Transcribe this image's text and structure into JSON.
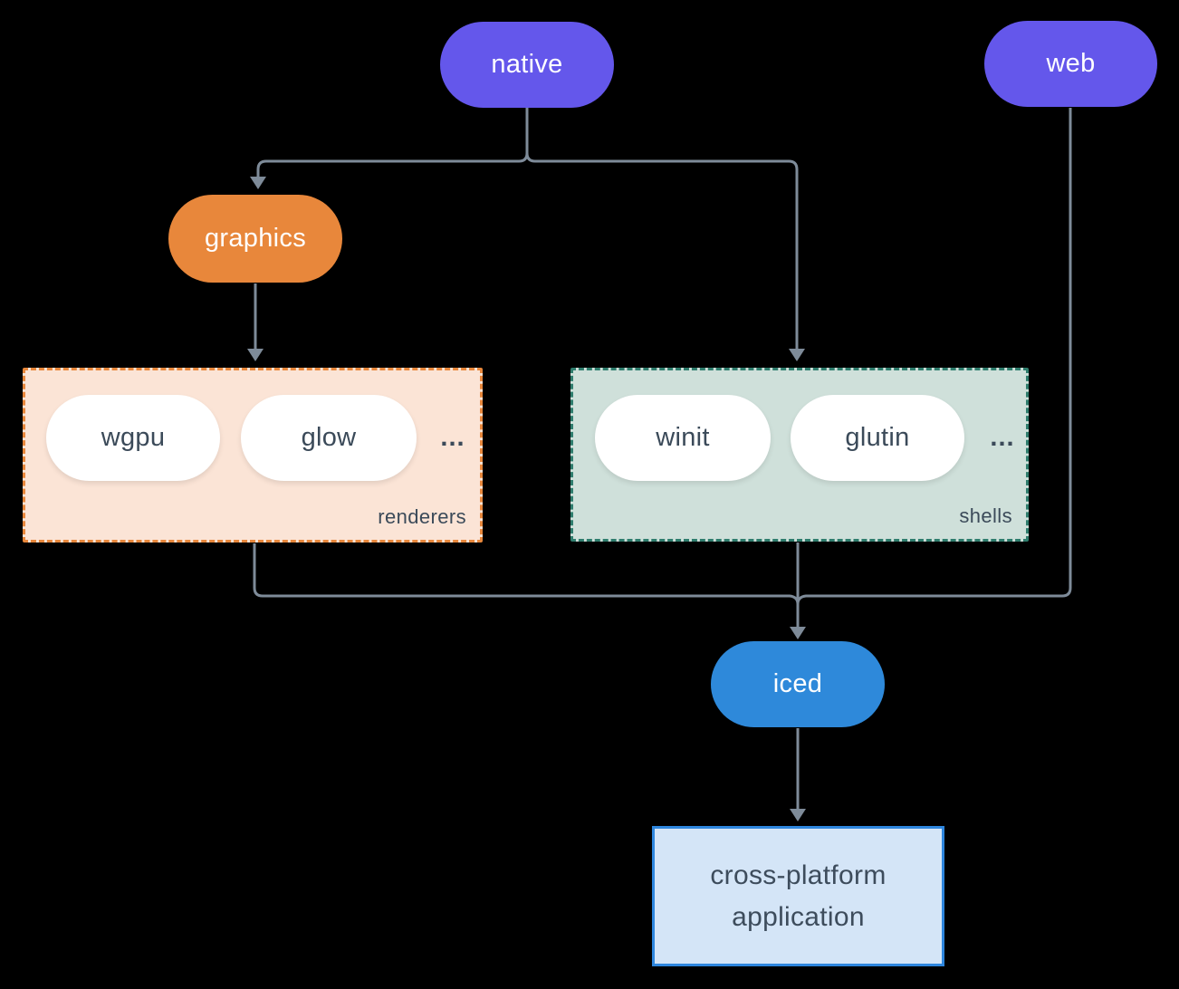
{
  "diagram": {
    "background": "#000000",
    "connector_color": "#7e8b99",
    "nodes": {
      "native": {
        "label": "native",
        "color": "#6457eb"
      },
      "web": {
        "label": "web",
        "color": "#6457eb"
      },
      "graphics": {
        "label": "graphics",
        "color": "#e8873b"
      },
      "wgpu": {
        "label": "wgpu",
        "color": "#ffffff"
      },
      "glow": {
        "label": "glow",
        "color": "#ffffff"
      },
      "winit": {
        "label": "winit",
        "color": "#ffffff"
      },
      "glutin": {
        "label": "glutin",
        "color": "#ffffff"
      },
      "iced": {
        "label": "iced",
        "color": "#2e89da"
      }
    },
    "groups": {
      "renderers": {
        "label": "renderers",
        "ellipsis": "...",
        "background": "#fbe4d6",
        "border_color": "#e8873b"
      },
      "shells": {
        "label": "shells",
        "ellipsis": "...",
        "background": "#cfe0da",
        "border_color": "#2f7d6d"
      }
    },
    "application": {
      "lines": [
        "cross-platform",
        "application"
      ],
      "background": "#d4e5f7",
      "border_color": "#2e86de",
      "text_color": "#3d4c5c"
    }
  }
}
